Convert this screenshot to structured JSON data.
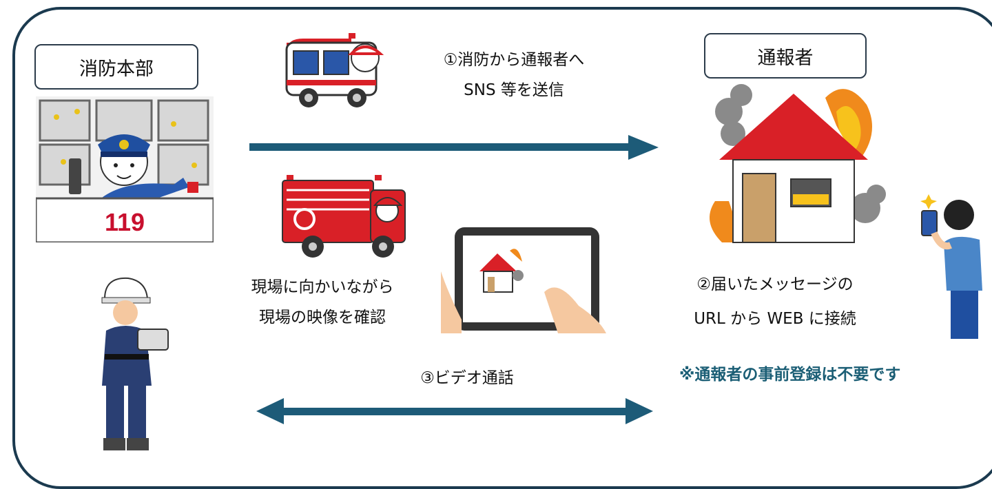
{
  "hq_label": "消防本部",
  "caller_label": "通報者",
  "console_number": "119",
  "step1": [
    "①消防から通報者へ",
    "SNS 等を送信"
  ],
  "step2": [
    "②届いたメッセージの",
    "URL から WEB に接続"
  ],
  "step3": "③ビデオ通話",
  "enroute": [
    "現場に向かいながら",
    "現場の映像を確認"
  ],
  "note": "※通報者の事前登録は不要です",
  "colors": {
    "arrow": "#1d5b78",
    "frame": "#1b3a4f",
    "note": "#1b5e75",
    "fire_red": "#d92027"
  }
}
